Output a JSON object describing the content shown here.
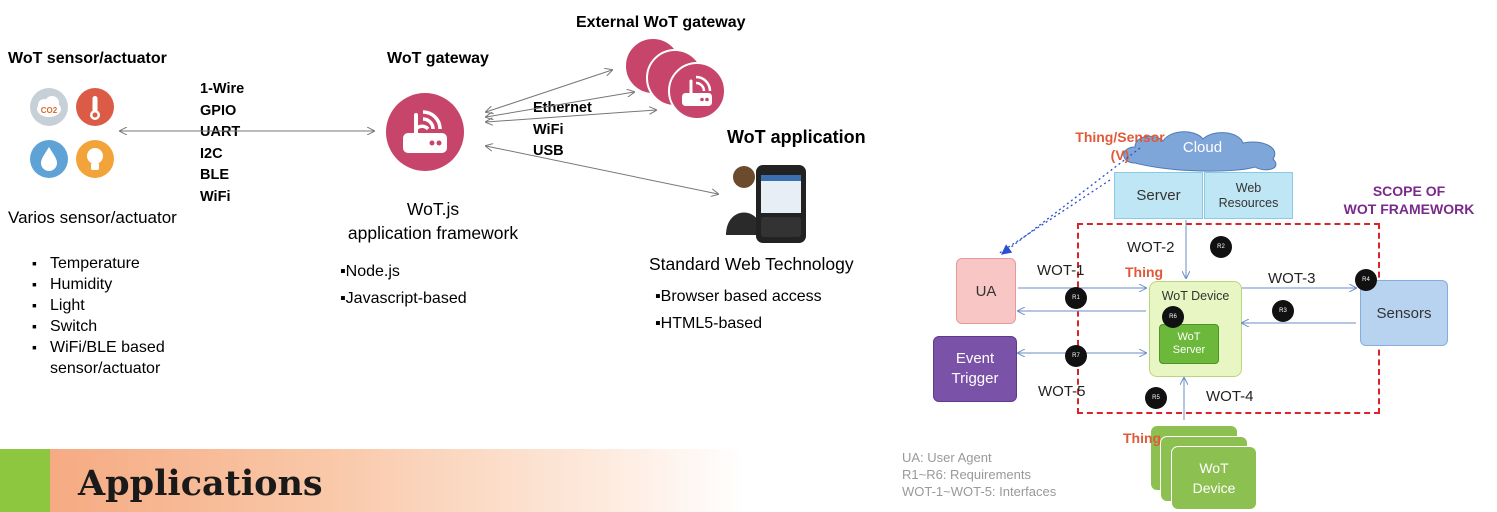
{
  "left": {
    "sensor_title": "WoT sensor/actuator",
    "sensor_caption": "Varios sensor/actuator",
    "sensor_bullets": [
      "Temperature",
      "Humidity",
      "Light",
      "Switch",
      "WiFi/BLE based",
      "sensor/actuator"
    ],
    "protocols": [
      "1-Wire",
      "GPIO",
      "UART",
      "I2C",
      "BLE",
      "WiFi"
    ],
    "co2_label": "CO2",
    "gateway_title": "WoT gateway",
    "gateway_caption_1": "WoT.js",
    "gateway_caption_2": "application framework",
    "gateway_bullets": [
      "▪Node.js",
      "▪Javascript-based"
    ],
    "external_title": "External WoT gateway",
    "links": [
      "Ethernet",
      "WiFi",
      "USB"
    ],
    "app_title": "WoT application",
    "app_caption": "Standard Web Technology",
    "app_bullets": [
      "▪Browser based access",
      "▪HTML5-based"
    ]
  },
  "banner": {
    "title": "Applications"
  },
  "right": {
    "thing_sensor_1": "Thing/Sensor",
    "thing_sensor_2": "(V)",
    "cloud": "Cloud",
    "server": "Server",
    "web_resources_1": "Web",
    "web_resources_2": "Resources",
    "scope_1": "SCOPE OF",
    "scope_2": "WOT FRAMEWORK",
    "ua": "UA",
    "event_trigger_1": "Event",
    "event_trigger_2": "Trigger",
    "thing_top": "Thing",
    "thing_bottom": "Thing",
    "wot_device": "WoT Device",
    "wot_server_1": "WoT",
    "wot_server_2": "Server",
    "sensors": "Sensors",
    "bottom_device_1": "WoT",
    "bottom_device_2": "Device",
    "interfaces": [
      "WOT-1",
      "WOT-2",
      "WOT-3",
      "WOT-4",
      "WOT-5"
    ],
    "requirements": [
      "R1",
      "R2",
      "R3",
      "R4",
      "R5",
      "R6",
      "R7"
    ],
    "legend": [
      "UA: User Agent",
      "R1~R6: Requirements",
      "WOT-1~WOT-5: Interfaces"
    ]
  },
  "colors": {
    "router_red": "#c7456a",
    "banner_green": "#8dc63f",
    "banner_orange": "#f7b48a",
    "scope_red": "#d9252a",
    "thing_label": "#e05a3a",
    "scope_title": "#7a2a8c"
  }
}
